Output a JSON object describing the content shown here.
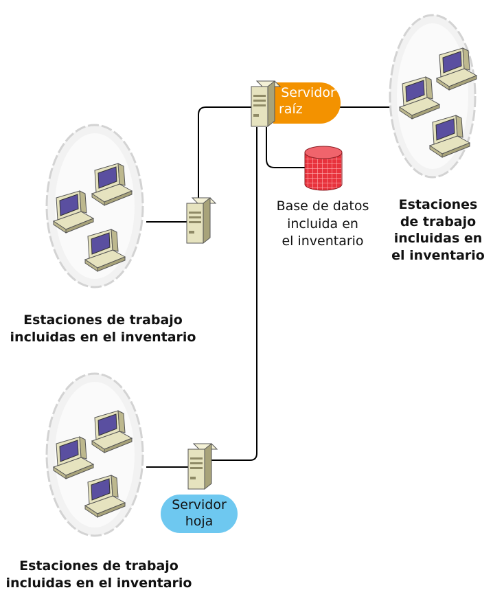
{
  "nodes": {
    "root_server": {
      "line1": "Servidor",
      "line2": "raíz"
    },
    "leaf_server": {
      "line1": "Servidor",
      "line2": "hoja"
    },
    "database": {
      "line1": "Base de datos",
      "line2": "incluida en",
      "line3": "el inventario"
    }
  },
  "clouds": {
    "right": {
      "line1": "Estaciones",
      "line2": "de trabajo",
      "line3": "incluidas en",
      "line4": "el inventario"
    },
    "left_top": {
      "line1": "Estaciones de trabajo",
      "line2": "incluidas en el inventario"
    },
    "left_bottom": {
      "line1": "Estaciones de trabajo",
      "line2": "incluidas en el inventario"
    }
  },
  "colors": {
    "root_badge": "#f39200",
    "leaf_badge": "#6ec8f0",
    "database": "#e8323c",
    "cloud_fill": "#f2f2f2",
    "cloud_stroke": "#d0d0d0",
    "monitor_screen": "#5a4fa0",
    "computer_body": "#e6e3bf",
    "line": "#000000"
  },
  "icons": [
    "server-icon",
    "database-icon",
    "workstation-icon",
    "cloud-icon"
  ]
}
